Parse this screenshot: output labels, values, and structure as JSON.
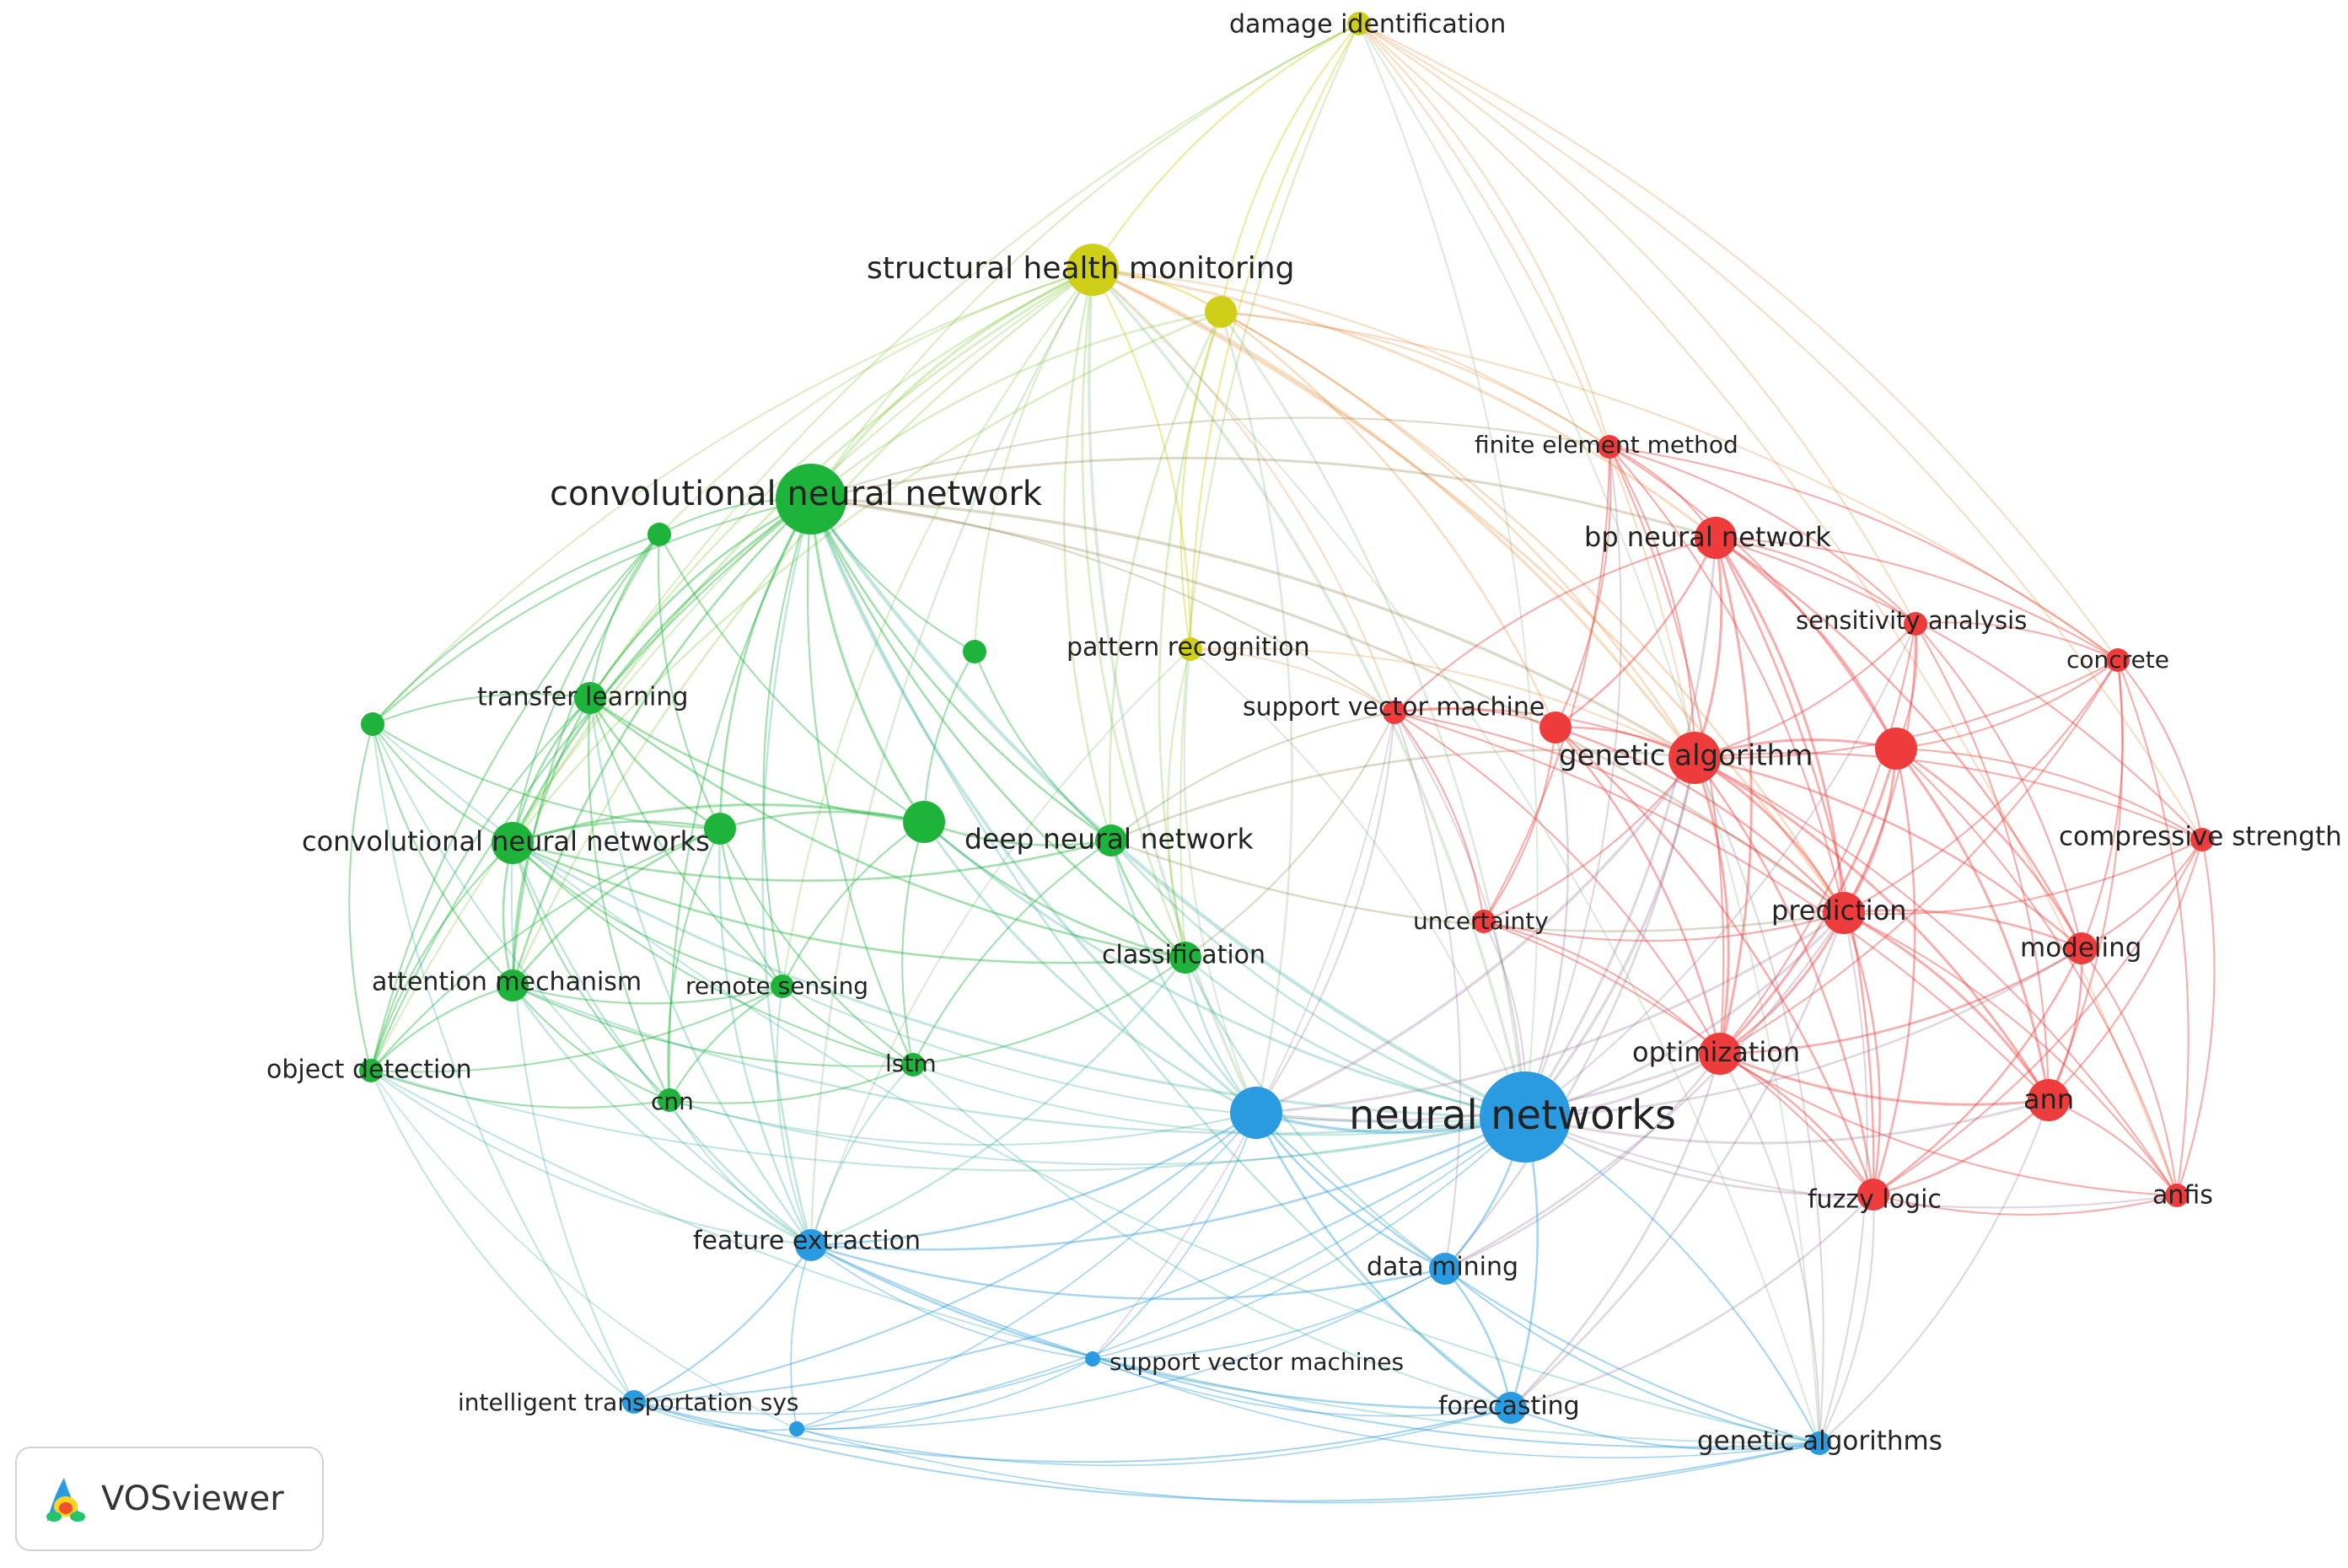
{
  "app": {
    "brand": "VOSviewer",
    "logo_icon": "vosviewer-logo-icon"
  },
  "cluster_colors": {
    "red": "#ee3b3b",
    "green": "#1eb33a",
    "blue": "#2a9be0",
    "yellow": "#cfcf1a"
  },
  "keywords": [
    {
      "id": "damage",
      "label": "damage identification",
      "cluster": "yellow",
      "weight": 2
    },
    {
      "id": "shm",
      "label": "structural health monitoring",
      "cluster": "yellow",
      "weight": 5
    },
    {
      "id": "y2",
      "label": "",
      "cluster": "yellow",
      "weight": 3
    },
    {
      "id": "pattern",
      "label": "pattern recognition",
      "cluster": "yellow",
      "weight": 2
    },
    {
      "id": "cnn_net",
      "label": "convolutional neural network",
      "cluster": "green",
      "weight": 7
    },
    {
      "id": "g1",
      "label": "",
      "cluster": "green",
      "weight": 2
    },
    {
      "id": "g2",
      "label": "",
      "cluster": "green",
      "weight": 2
    },
    {
      "id": "transfer",
      "label": "transfer learning",
      "cluster": "green",
      "weight": 3
    },
    {
      "id": "g3",
      "label": "",
      "cluster": "green",
      "weight": 2
    },
    {
      "id": "cnns",
      "label": "convolutional neural networks",
      "cluster": "green",
      "weight": 4
    },
    {
      "id": "g4",
      "label": "",
      "cluster": "green",
      "weight": 3
    },
    {
      "id": "g5",
      "label": "",
      "cluster": "green",
      "weight": 4
    },
    {
      "id": "dnn",
      "label": "deep neural network",
      "cluster": "green",
      "weight": 3
    },
    {
      "id": "classification",
      "label": "classification",
      "cluster": "green",
      "weight": 3
    },
    {
      "id": "attention",
      "label": "attention mechanism",
      "cluster": "green",
      "weight": 3
    },
    {
      "id": "remote",
      "label": "remote sensing",
      "cluster": "green",
      "weight": 2
    },
    {
      "id": "object",
      "label": "object detection",
      "cluster": "green",
      "weight": 2
    },
    {
      "id": "cnn",
      "label": "cnn",
      "cluster": "green",
      "weight": 2
    },
    {
      "id": "lstm",
      "label": "lstm",
      "cluster": "green",
      "weight": 2
    },
    {
      "id": "fem",
      "label": "finite element method",
      "cluster": "red",
      "weight": 2
    },
    {
      "id": "bp",
      "label": "bp neural network",
      "cluster": "red",
      "weight": 4
    },
    {
      "id": "sensitivity",
      "label": "sensitivity analysis",
      "cluster": "red",
      "weight": 2
    },
    {
      "id": "concrete",
      "label": "concrete",
      "cluster": "red",
      "weight": 2
    },
    {
      "id": "svm",
      "label": "support vector machine",
      "cluster": "red",
      "weight": 2
    },
    {
      "id": "r1",
      "label": "",
      "cluster": "red",
      "weight": 3
    },
    {
      "id": "ga",
      "label": "genetic algorithm",
      "cluster": "red",
      "weight": 5
    },
    {
      "id": "r2",
      "label": "",
      "cluster": "red",
      "weight": 4
    },
    {
      "id": "compressive",
      "label": "compressive strength",
      "cluster": "red",
      "weight": 2
    },
    {
      "id": "uncertainty",
      "label": "uncertainty",
      "cluster": "red",
      "weight": 2
    },
    {
      "id": "prediction",
      "label": "prediction",
      "cluster": "red",
      "weight": 4
    },
    {
      "id": "modeling",
      "label": "modeling",
      "cluster": "red",
      "weight": 3
    },
    {
      "id": "optimization",
      "label": "optimization",
      "cluster": "red",
      "weight": 4
    },
    {
      "id": "ann",
      "label": "ann",
      "cluster": "red",
      "weight": 4
    },
    {
      "id": "fuzzy",
      "label": "fuzzy logic",
      "cluster": "red",
      "weight": 3
    },
    {
      "id": "anfis",
      "label": "anfis",
      "cluster": "red",
      "weight": 2
    },
    {
      "id": "nn",
      "label": "neural networks",
      "cluster": "blue",
      "weight": 9
    },
    {
      "id": "b1",
      "label": "",
      "cluster": "blue",
      "weight": 5
    },
    {
      "id": "feature",
      "label": "feature extraction",
      "cluster": "blue",
      "weight": 3
    },
    {
      "id": "datamining",
      "label": "data mining",
      "cluster": "blue",
      "weight": 3
    },
    {
      "id": "svms",
      "label": "support vector machines",
      "cluster": "blue",
      "weight": 1
    },
    {
      "id": "its",
      "label": "intelligent transportation sys",
      "cluster": "blue",
      "weight": 2
    },
    {
      "id": "b2",
      "label": "",
      "cluster": "blue",
      "weight": 1
    },
    {
      "id": "forecasting",
      "label": "forecasting",
      "cluster": "blue",
      "weight": 3
    },
    {
      "id": "gas",
      "label": "genetic algorithms",
      "cluster": "blue",
      "weight": 2
    }
  ]
}
